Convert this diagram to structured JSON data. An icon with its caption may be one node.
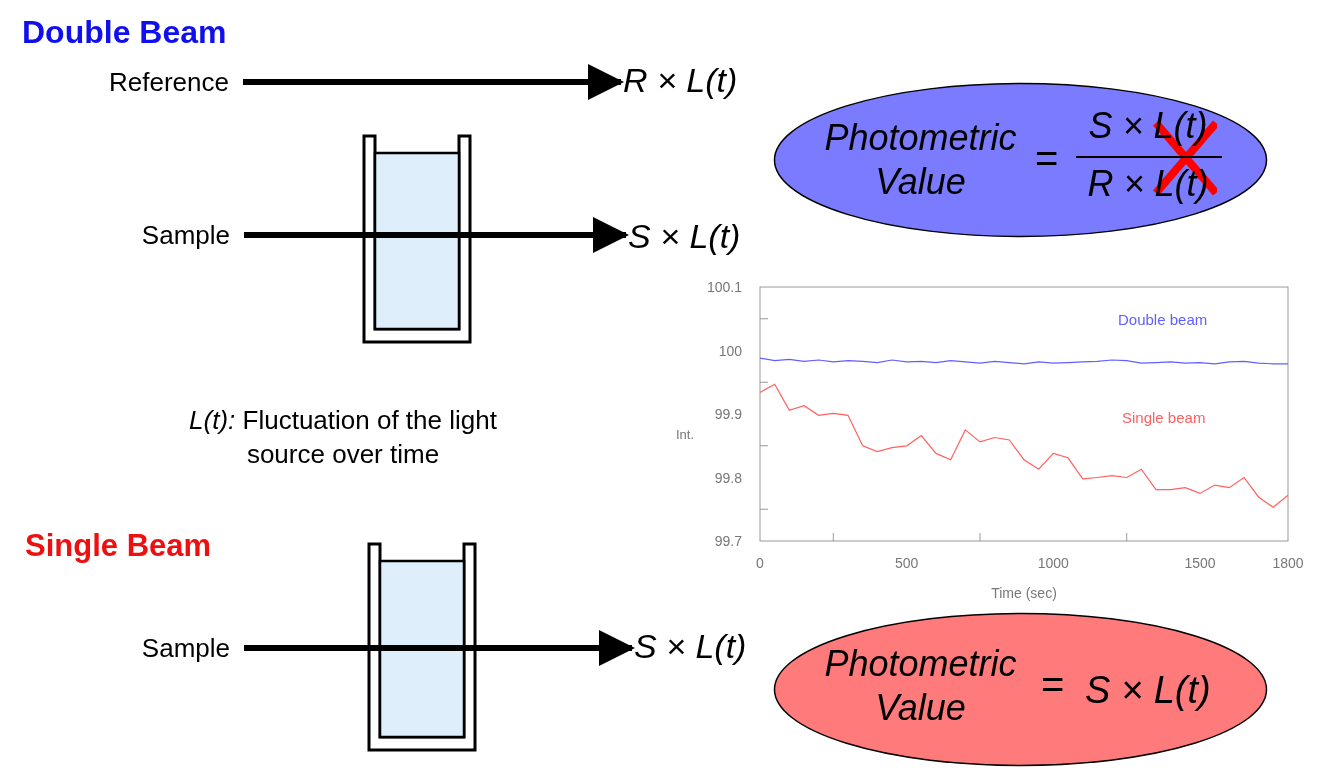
{
  "diagram": {
    "nodes": [
      {
        "text": [
          "Reference"
        ]
      },
      {
        "text": [
          "R × L(t)"
        ]
      },
      {
        "text": [
          "Sample"
        ]
      },
      {
        "text": [
          "S × L(t)"
        ]
      },
      {
        "text": [
          "Sample"
        ]
      },
      {
        "text": [
          "S × L(t)"
        ]
      },
      {
        "text": [
          "Photometric Value",
          "=",
          "S × L(t)",
          "R × L(t)"
        ]
      },
      {
        "text": [
          "Photometric Value",
          "=",
          "S × L(t)"
        ]
      }
    ],
    "edges": [
      {
        "from": 0,
        "to": 1,
        "arrow": "to"
      },
      {
        "from": 2,
        "to": 3,
        "arrow": "to"
      },
      {
        "from": 4,
        "to": 5,
        "arrow": "to"
      }
    ],
    "labels": [
      "Double Beam",
      "*L(t):* Fluctuation of the light source over time",
      "Single Beam"
    ],
    "chart_data": {
      "type": "line",
      "xlabel": "Time (sec)",
      "ylabel": "Int.",
      "x": [
        0,
        50,
        100,
        150,
        200,
        250,
        300,
        350,
        400,
        450,
        500,
        550,
        600,
        650,
        700,
        750,
        800,
        850,
        900,
        950,
        1000,
        1050,
        1100,
        1150,
        1200,
        1250,
        1300,
        1350,
        1400,
        1450,
        1500,
        1550,
        1600,
        1650,
        1700,
        1750,
        1800
      ],
      "series": [
        {
          "name": "Double beam",
          "color": "#6060ff",
          "values": [
            99.988,
            99.984,
            99.986,
            99.983,
            99.985,
            99.982,
            99.984,
            99.983,
            99.981,
            99.985,
            99.982,
            99.983,
            99.981,
            99.984,
            99.982,
            99.98,
            99.983,
            99.981,
            99.979,
            99.982,
            99.98,
            99.981,
            99.982,
            99.983,
            99.985,
            99.984,
            99.98,
            99.981,
            99.982,
            99.98,
            99.981,
            99.979,
            99.982,
            99.983,
            99.98,
            99.979,
            99.979
          ]
        },
        {
          "name": "Single beam",
          "color": "#ff6060",
          "values": [
            99.934,
            99.947,
            99.906,
            99.913,
            99.898,
            99.901,
            99.898,
            99.85,
            99.841,
            99.847,
            99.85,
            99.866,
            99.838,
            99.828,
            99.875,
            99.856,
            99.863,
            99.859,
            99.828,
            99.813,
            99.838,
            99.831,
            99.798,
            99.8,
            99.803,
            99.8,
            99.813,
            99.781,
            99.781,
            99.784,
            99.775,
            99.788,
            99.784,
            99.8,
            99.769,
            99.753,
            99.772
          ]
        }
      ],
      "xlim": [
        0,
        1800
      ],
      "ylim": [
        99.7,
        100.1
      ],
      "xticks": [
        0,
        500,
        1000,
        1500,
        1800
      ],
      "yticks": [
        99.7,
        99.8,
        99.9,
        100,
        100.1
      ]
    }
  }
}
